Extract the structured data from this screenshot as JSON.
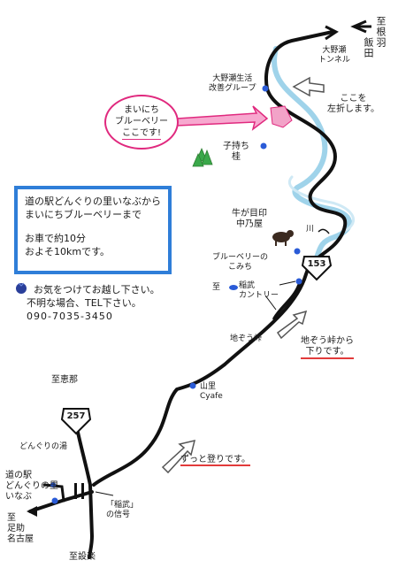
{
  "top_right": {
    "to_label": "至根羽飯田",
    "col1": "至根羽",
    "col2": "飯田"
  },
  "tunnel": {
    "line1": "大野瀬",
    "line2": "トンネル"
  },
  "group": {
    "line1": "大野瀬生活",
    "line2": "改善グループ"
  },
  "turn_left": {
    "line1": "ここを",
    "line2": "左折します。"
  },
  "callout": {
    "line1": "まいにち",
    "line2": "ブルーベリー",
    "line3": "ここです!"
  },
  "komochi": {
    "line1": "子持ち",
    "line2": "桂"
  },
  "info": {
    "line1": "道の駅どんぐりの里いなぶから",
    "line2": "まいにちブルーベリーまで",
    "line3": "お車で約10分",
    "line4": "およそ10kmです。"
  },
  "notes": {
    "line1": "お気をつけてお越し下さい。",
    "line2": "不明な場合、TEL下さい。",
    "line3": "090-7035-3450"
  },
  "cattle": {
    "line1": "牛が目印",
    "line2": "中乃屋"
  },
  "river": {
    "label": "川"
  },
  "route153": "153",
  "route257": "257",
  "blueberry_path": {
    "line1": "ブルーベリーの",
    "line2": "こみち"
  },
  "inabu_country": {
    "prefix": "至",
    "line1": "稲武",
    "line2": "カントリー"
  },
  "jizo_pass": {
    "label": "地ぞう峠"
  },
  "downhill": {
    "line1": "地ぞう峠から",
    "line2": "下りです。"
  },
  "yamazato": {
    "line1": "山里",
    "line2": "Cyafe"
  },
  "to_ena": "至恵那",
  "uphill": "ずっと登りです。",
  "donguri_yu": "どんぐりの湯",
  "michinoeki": {
    "line1": "道の駅",
    "line2": "どんぐりの里",
    "line3": "いなぶ"
  },
  "to_asuke": {
    "line1": "至",
    "line2": "足助",
    "line3": "名古屋"
  },
  "signal": {
    "line1": "「稲武」",
    "line2": "の信号"
  },
  "to_shitara": "至設楽",
  "colors": {
    "road": "#111111",
    "river": "#9fd3ea",
    "accent_pink": "#e0297e",
    "box_blue": "#2f7ed8",
    "underline_red": "#e23b3b",
    "marker_blue": "#2a5bd7",
    "tree_green": "#3aa84a"
  }
}
